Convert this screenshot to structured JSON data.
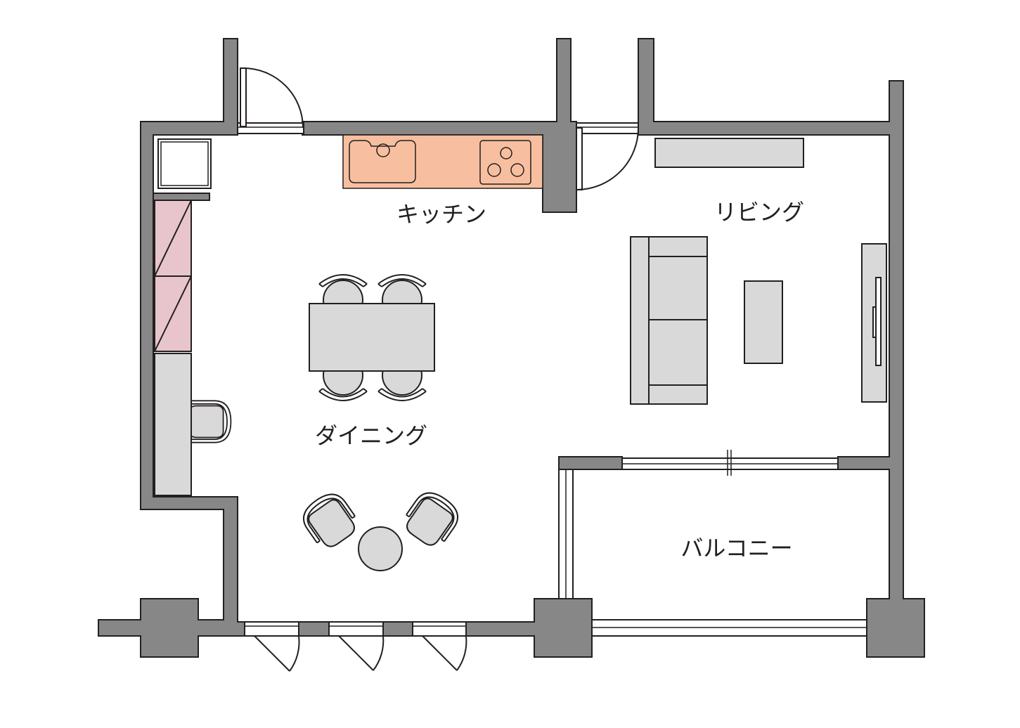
{
  "rooms": {
    "kitchen": "キッチン",
    "living": "リビング",
    "dining": "ダイニング",
    "balcony": "バルコニー"
  },
  "colors": {
    "background": "#ffffff",
    "wall": "#878787",
    "line": "#231f20",
    "furniture": "#d9d9d9",
    "kitchen_counter": "#f7bf9f",
    "shelf": "#e8c5cd"
  }
}
